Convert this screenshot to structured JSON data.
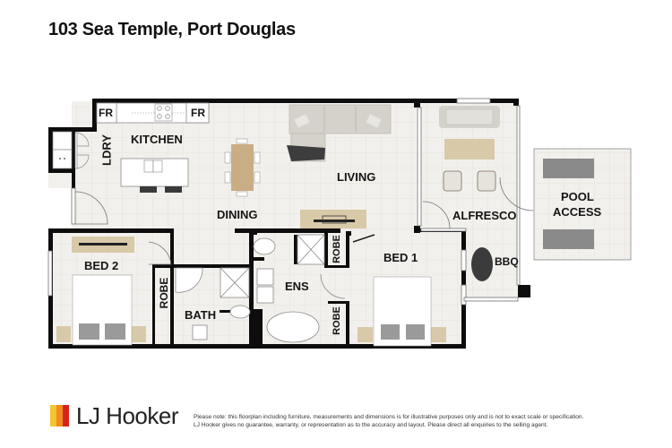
{
  "header": {
    "title": "103 Sea Temple, Port Douglas"
  },
  "floorplan": {
    "rooms": [
      {
        "id": "kitchen",
        "label": "KITCHEN"
      },
      {
        "id": "laundry",
        "label": "LDRY"
      },
      {
        "id": "dining",
        "label": "DINING"
      },
      {
        "id": "living",
        "label": "LIVING"
      },
      {
        "id": "alfresco",
        "label": "ALFRESCO"
      },
      {
        "id": "pool-access",
        "label_line1": "POOL",
        "label_line2": "ACCESS"
      },
      {
        "id": "bbq",
        "label": "BBQ"
      },
      {
        "id": "bed2",
        "label": "BED 2"
      },
      {
        "id": "robe-bed2",
        "label": "ROBE"
      },
      {
        "id": "bath",
        "label": "BATH"
      },
      {
        "id": "ensuite",
        "label": "ENS"
      },
      {
        "id": "robe-bed1-top",
        "label": "ROBE"
      },
      {
        "id": "robe-bed1-bottom",
        "label": "ROBE"
      },
      {
        "id": "bed1",
        "label": "BED 1"
      }
    ],
    "appliances": {
      "fridge_left": "FR",
      "fridge_right": "FR"
    },
    "colors": {
      "wall": "#0d0d0d",
      "floor": "#f1efeb",
      "grid": "#e3e0da",
      "wood": "#c9ad85",
      "rug": "#d8c9a8",
      "sofa": "#d4d1c9",
      "dark": "#3a3a3a"
    }
  },
  "footer": {
    "brand": "LJ Hooker",
    "logo_colors": [
      "#f7c331",
      "#f18a21",
      "#d6231f"
    ],
    "disclaimer_line1": "Please note: this floorplan including furniture, measurements and dimensions is for illustrative purposes only and is not to exact scale or specification.",
    "disclaimer_line2": "LJ Hooker gives no guarantee, warranty, or representation as to the accuracy and layout. Please direct all enquiries to the selling agent."
  }
}
